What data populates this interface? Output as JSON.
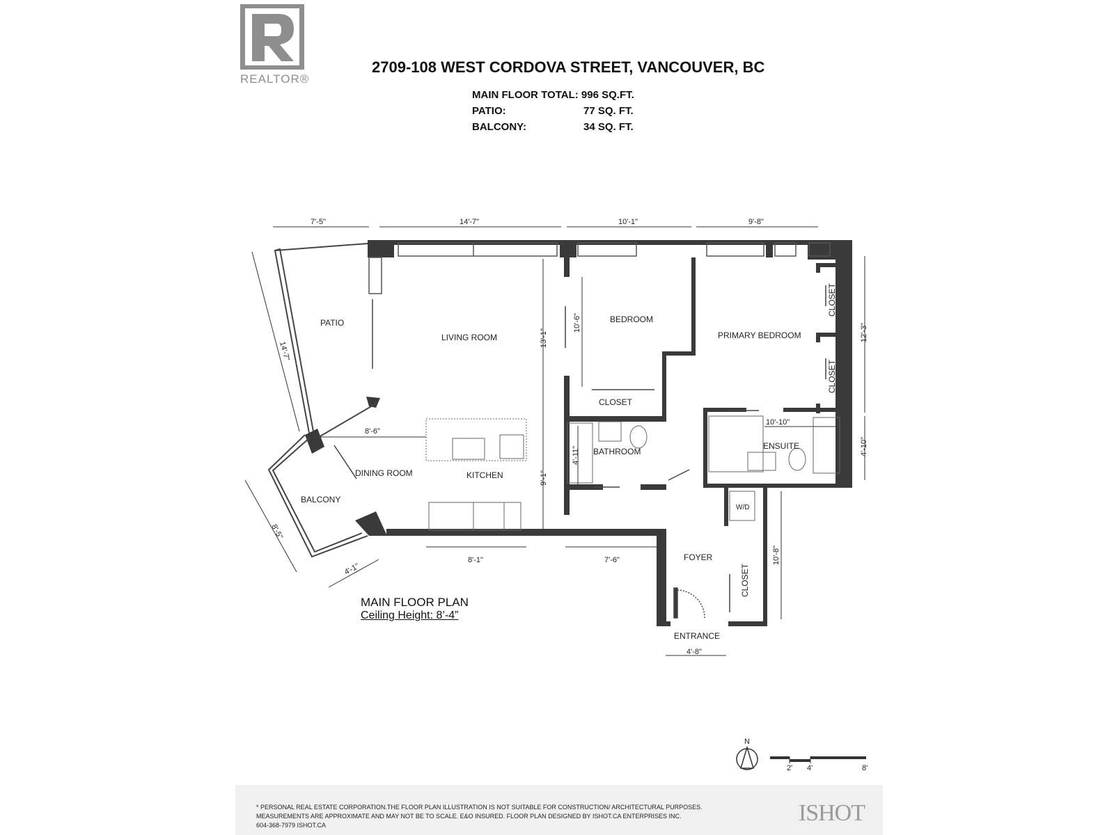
{
  "logo": {
    "text": "REALTOR®"
  },
  "header": {
    "title": "2709-108 WEST CORDOVA STREET, VANCOUVER, BC"
  },
  "areas": {
    "main_floor": "MAIN FLOOR TOTAL: 996 SQ.FT.",
    "patio_label": "PATIO:",
    "patio_value": "77 SQ. FT.",
    "balcony_label": "BALCONY:",
    "balcony_value": "34 SQ. FT."
  },
  "rooms": {
    "patio": "PATIO",
    "living_room": "LIVING ROOM",
    "bedroom": "BEDROOM",
    "primary_bedroom": "PRIMARY BEDROOM",
    "closet_bedroom": "CLOSET",
    "closet_primary_1": "CLOSET",
    "closet_primary_2": "CLOSET",
    "closet_foyer": "CLOSET",
    "bathroom": "BATHROOM",
    "ensuite": "ENSUITE",
    "dining_room": "DINING ROOM",
    "kitchen": "KITCHEN",
    "balcony": "BALCONY",
    "foyer": "FOYER",
    "entrance": "ENTRANCE",
    "wd": "W/D"
  },
  "dimensions": {
    "top_1": "7'-5\"",
    "top_2": "14'-7\"",
    "top_3": "10'-1\"",
    "top_4": "9'-8\"",
    "patio_side": "14'-7\"",
    "living_height": "13'-1\"",
    "bedroom_height": "10'-6\"",
    "primary_height": "12'-3\"",
    "ensuite_height": "4'-10\"",
    "ensuite_width": "10'-10\"",
    "bathroom_height": "4'-11\"",
    "dining_width": "8'-6\"",
    "kitchen_height": "9'-1\"",
    "balcony_side": "8'-5\"",
    "balcony_bottom": "4'-1\"",
    "kitchen_bottom": "8'-1\"",
    "hall_bottom": "7'-6\"",
    "foyer_height": "10'-8\"",
    "entrance_width": "4'-8\""
  },
  "plan": {
    "title": "MAIN FLOOR PLAN",
    "ceiling": "Ceiling Height: 8’-4”"
  },
  "scale": {
    "north": "N",
    "tick_2": "2'",
    "tick_4": "4'",
    "tick_8": "8'"
  },
  "footer": {
    "line1": "* PERSONAL REAL ESTATE CORPORATION.THE FLOOR PLAN ILLUSTRATION IS NOT SUITABLE FOR CONSTRUCTION/ ARCHITECTURAL PURPOSES.",
    "line2": "MEASUREMENTS ARE APPROXIMATE AND MAY NOT BE TO SCALE. E&O INSURED. FLOOR PLAN DESIGNED BY ISHOT.CA ENTERPRISES INC.",
    "line3": "604-368-7979  ISHOT.CA",
    "brand": "ISHOT"
  }
}
